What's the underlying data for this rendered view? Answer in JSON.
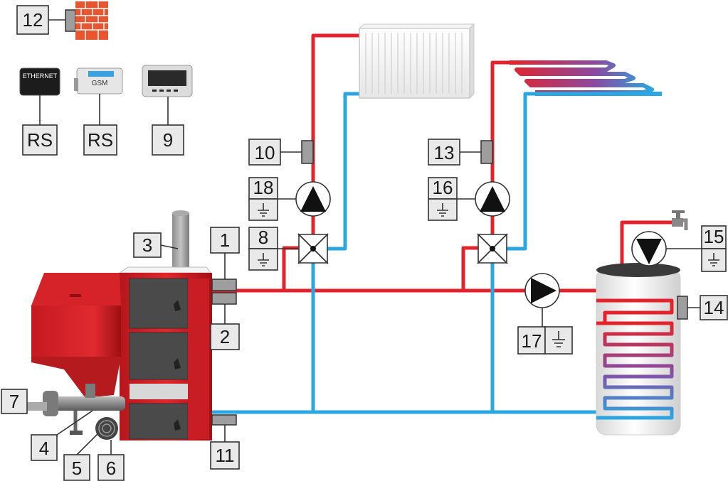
{
  "labels": {
    "l1": "1",
    "l2": "2",
    "l3": "3",
    "l4": "4",
    "l5": "5",
    "l6": "6",
    "l7": "7",
    "l8": "8",
    "l9": "9",
    "l10": "10",
    "l11": "11",
    "l12": "12",
    "l13": "13",
    "l14": "14",
    "l15": "15",
    "l16": "16",
    "l17": "17",
    "l18": "18",
    "rs1": "RS",
    "rs2": "RS"
  },
  "device_text": {
    "ethernet": "ETHERNET",
    "gsm": "GSM"
  },
  "colors": {
    "hot": "#e3232b",
    "cold": "#2aa6e0",
    "boiler": "#d9262c",
    "brick": "#e8552f"
  }
}
